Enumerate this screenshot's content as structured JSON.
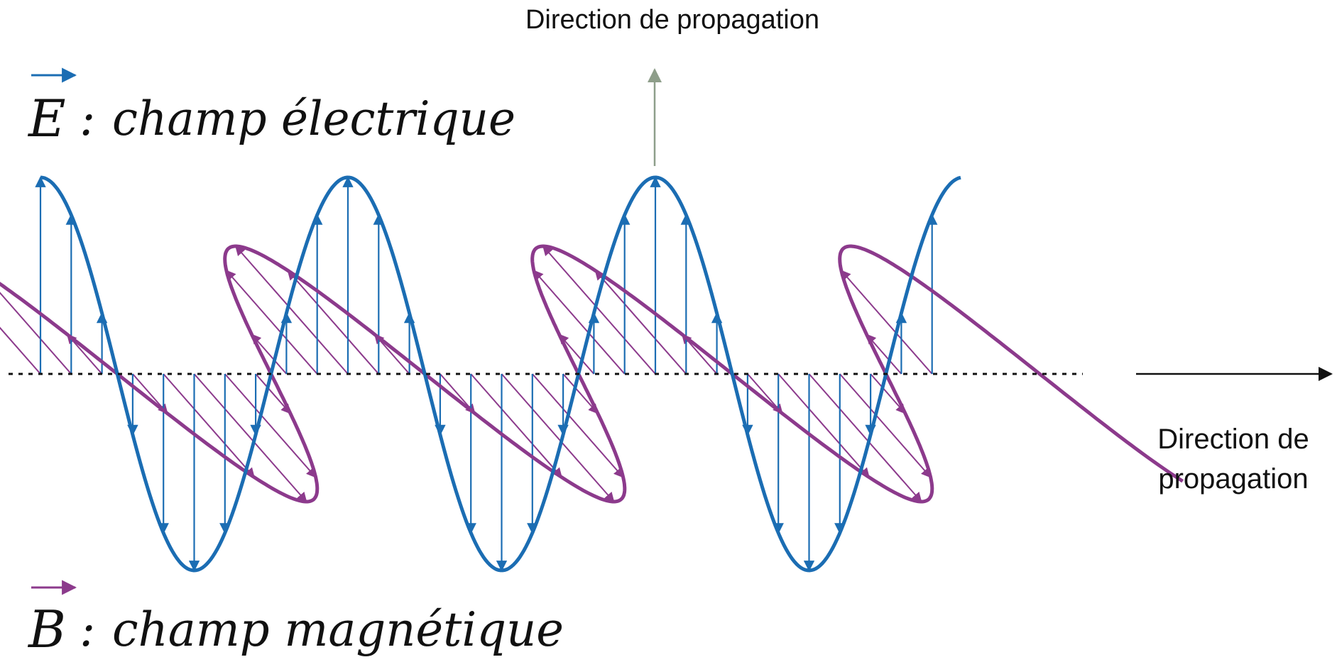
{
  "labels": {
    "top_direction": "Direction de propagation",
    "right_direction_line1": "Direction de",
    "right_direction_line2": "propagation",
    "e_symbol": "E",
    "e_colon": ":",
    "e_desc": "champ électrique",
    "b_symbol": "B",
    "b_colon": ":",
    "b_desc": "champ magnétique"
  },
  "colors": {
    "electric": "#1b6db3",
    "magnetic": "#8c3a8c",
    "up_arrow": "#8e9e8a",
    "text": "#111111",
    "axis": "#111111"
  }
}
